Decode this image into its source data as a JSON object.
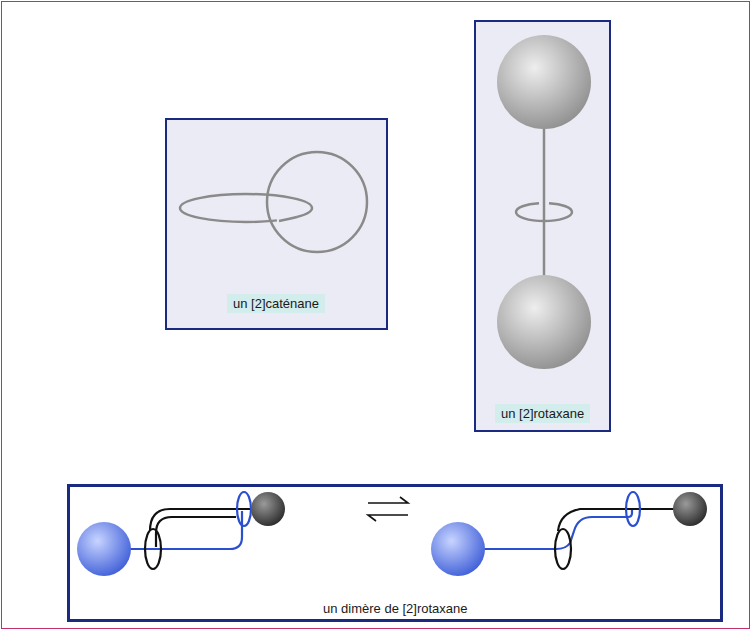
{
  "diagram": {
    "nodes": [
      {
        "text": [
          "un [2]caténane"
        ]
      },
      {
        "text": [
          "un [2]rotaxane"
        ]
      },
      {
        "text": [
          "un dimère de [2]rotaxane"
        ]
      }
    ]
  }
}
